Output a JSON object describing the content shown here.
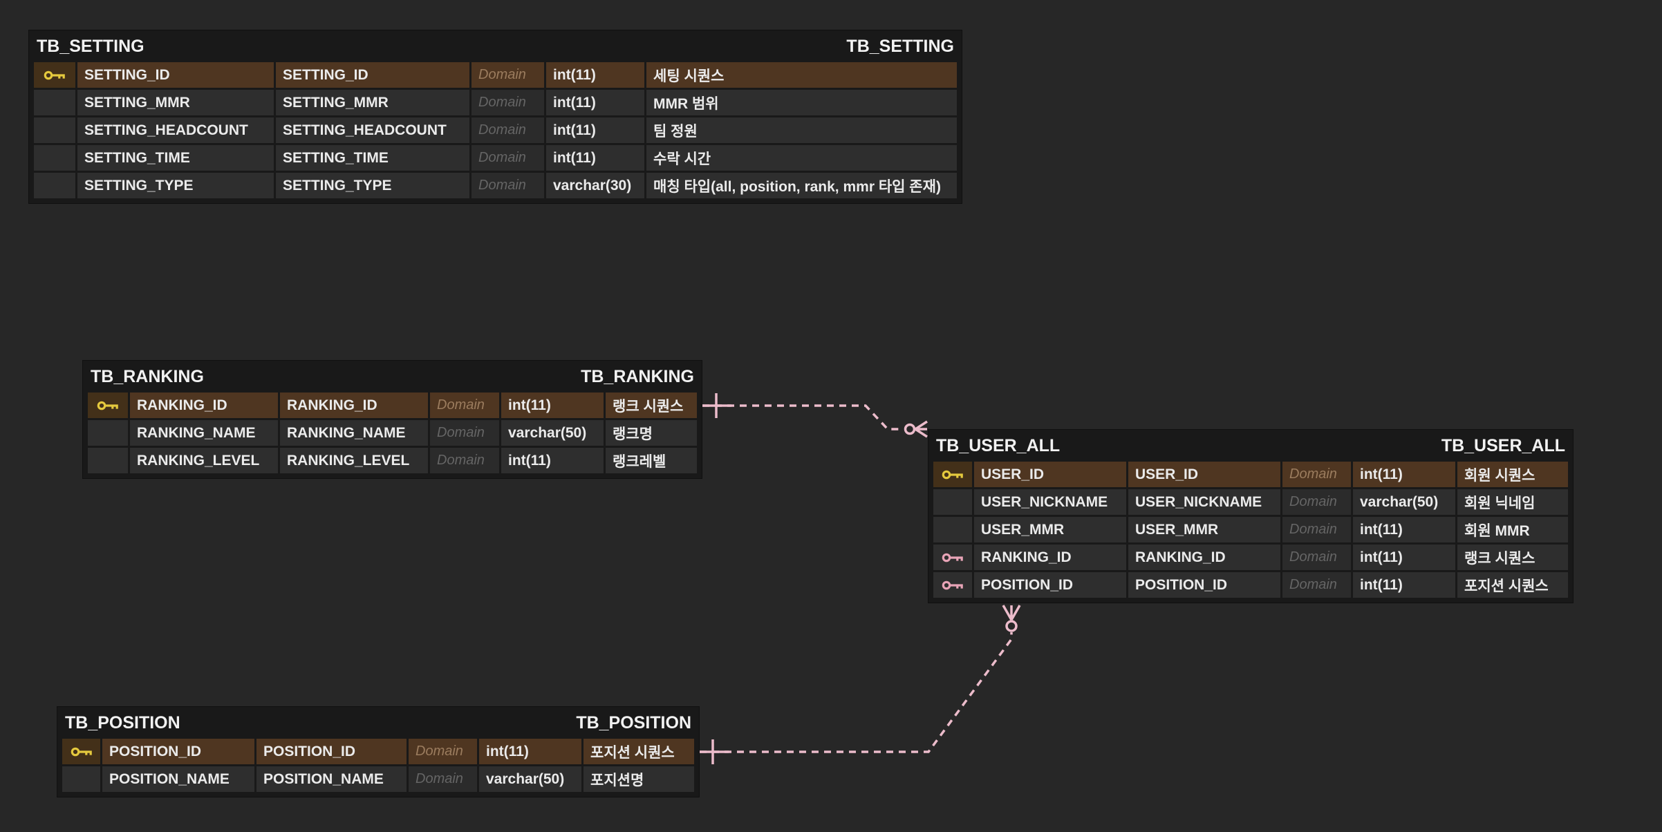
{
  "colors": {
    "canvas_background": "#272727",
    "table_background": "#191919",
    "row_background": "#2e2e2e",
    "pk_row_background": "#4f3621",
    "pk_key_yellow": "#e5c93e",
    "fk_key_pink": "#e8a4b7",
    "relationship_pink": "#ecbccb",
    "domain_text": "#656565",
    "text": "#ebebeb"
  },
  "tables": [
    {
      "name": "TB_SETTING",
      "logical_name": "TB_SETTING",
      "columns": [
        {
          "key": "PK",
          "physical": "SETTING_ID",
          "logical": "SETTING_ID",
          "domain": "Domain",
          "type": "int(11)",
          "comment": "세팅 시퀀스"
        },
        {
          "key": "",
          "physical": "SETTING_MMR",
          "logical": "SETTING_MMR",
          "domain": "Domain",
          "type": "int(11)",
          "comment": "MMR 범위"
        },
        {
          "key": "",
          "physical": "SETTING_HEADCOUNT",
          "logical": "SETTING_HEADCOUNT",
          "domain": "Domain",
          "type": "int(11)",
          "comment": "팀 정원"
        },
        {
          "key": "",
          "physical": "SETTING_TIME",
          "logical": "SETTING_TIME",
          "domain": "Domain",
          "type": "int(11)",
          "comment": "수락 시간"
        },
        {
          "key": "",
          "physical": "SETTING_TYPE",
          "logical": "SETTING_TYPE",
          "domain": "Domain",
          "type": "varchar(30)",
          "comment": "매칭 타입(all, position, rank, mmr 타입 존재)"
        }
      ]
    },
    {
      "name": "TB_RANKING",
      "logical_name": "TB_RANKING",
      "columns": [
        {
          "key": "PK",
          "physical": "RANKING_ID",
          "logical": "RANKING_ID",
          "domain": "Domain",
          "type": "int(11)",
          "comment": "랭크 시퀀스"
        },
        {
          "key": "",
          "physical": "RANKING_NAME",
          "logical": "RANKING_NAME",
          "domain": "Domain",
          "type": "varchar(50)",
          "comment": "랭크명"
        },
        {
          "key": "",
          "physical": "RANKING_LEVEL",
          "logical": "RANKING_LEVEL",
          "domain": "Domain",
          "type": "int(11)",
          "comment": "랭크레벨"
        }
      ]
    },
    {
      "name": "TB_USER_ALL",
      "logical_name": "TB_USER_ALL",
      "columns": [
        {
          "key": "PK",
          "physical": "USER_ID",
          "logical": "USER_ID",
          "domain": "Domain",
          "type": "int(11)",
          "comment": "회원 시퀀스"
        },
        {
          "key": "",
          "physical": "USER_NICKNAME",
          "logical": "USER_NICKNAME",
          "domain": "Domain",
          "type": "varchar(50)",
          "comment": "회원 닉네임"
        },
        {
          "key": "",
          "physical": "USER_MMR",
          "logical": "USER_MMR",
          "domain": "Domain",
          "type": "int(11)",
          "comment": "회원 MMR"
        },
        {
          "key": "FK",
          "physical": "RANKING_ID",
          "logical": "RANKING_ID",
          "domain": "Domain",
          "type": "int(11)",
          "comment": "랭크 시퀀스"
        },
        {
          "key": "FK",
          "physical": "POSITION_ID",
          "logical": "POSITION_ID",
          "domain": "Domain",
          "type": "int(11)",
          "comment": "포지션 시퀀스"
        }
      ]
    },
    {
      "name": "TB_POSITION",
      "logical_name": "TB_POSITION",
      "columns": [
        {
          "key": "PK",
          "physical": "POSITION_ID",
          "logical": "POSITION_ID",
          "domain": "Domain",
          "type": "int(11)",
          "comment": "포지션 시퀀스"
        },
        {
          "key": "",
          "physical": "POSITION_NAME",
          "logical": "POSITION_NAME",
          "domain": "Domain",
          "type": "varchar(50)",
          "comment": "포지션명"
        }
      ]
    }
  ],
  "relationships": [
    {
      "from_table": "TB_RANKING",
      "from_column": "RANKING_ID",
      "to_table": "TB_USER_ALL",
      "to_column": "RANKING_ID",
      "from_cardinality": "one",
      "to_cardinality": "zero-or-many",
      "line_style": "dashed"
    },
    {
      "from_table": "TB_POSITION",
      "from_column": "POSITION_ID",
      "to_table": "TB_USER_ALL",
      "to_column": "POSITION_ID",
      "from_cardinality": "one",
      "to_cardinality": "zero-or-many",
      "line_style": "dashed"
    }
  ]
}
